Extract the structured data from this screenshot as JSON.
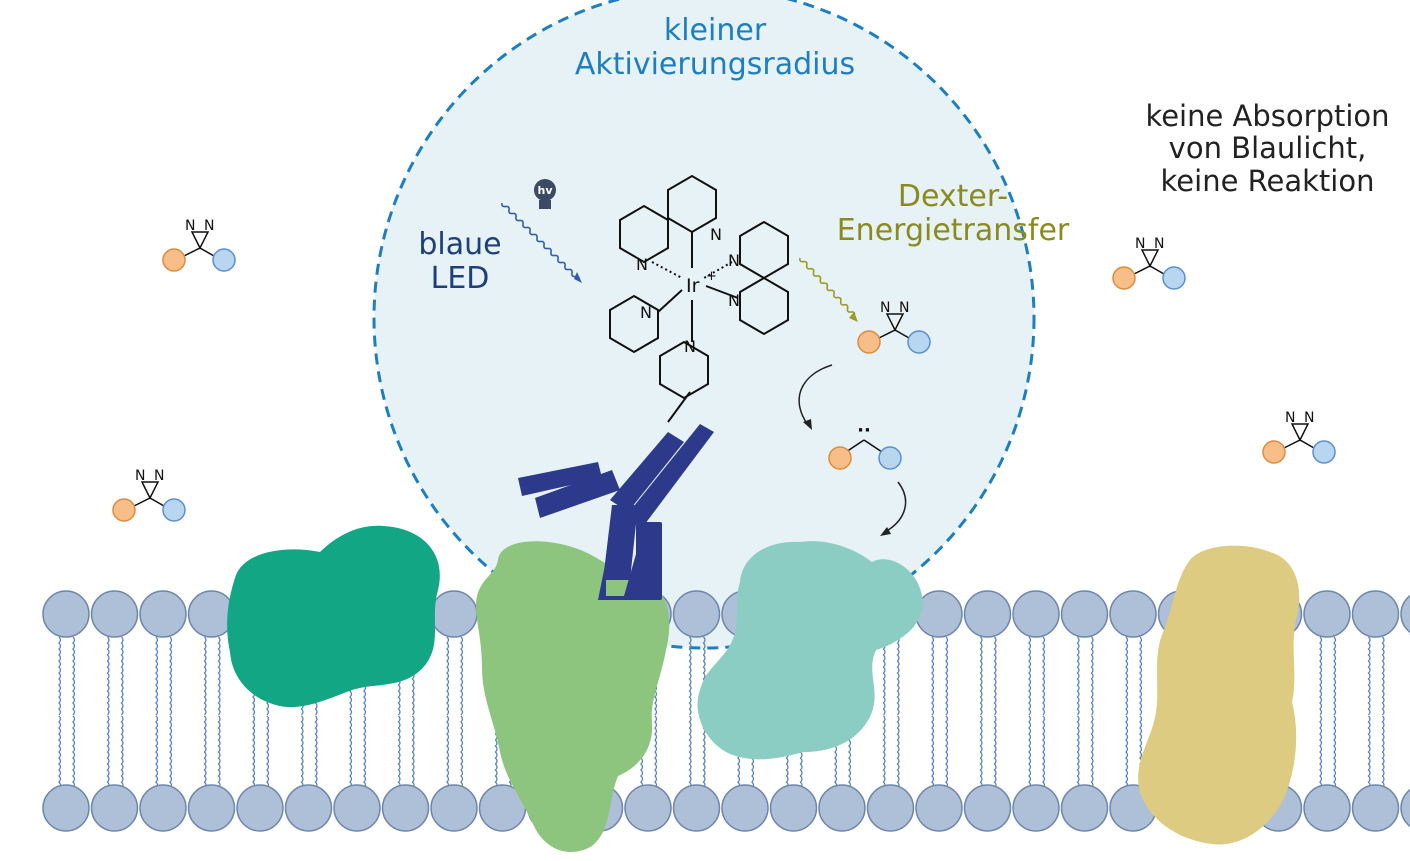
{
  "radius_label": {
    "line1": "kleiner",
    "line2": "Aktivierungsradius"
  },
  "light_label": {
    "line1": "blaue",
    "line2": "LED"
  },
  "transfer_label": {
    "line1": "Dexter-",
    "line2": "Energietransfer"
  },
  "no_reaction_label": {
    "line1": "keine Absorption",
    "line2": "von Blaulicht,",
    "line3": "keine Reaktion"
  },
  "bulb_label": "hv",
  "catalyst": {
    "metal": "Ir",
    "charge": "+",
    "ligand_atom": "N"
  },
  "diazirine_atoms": {
    "n1": "N",
    "n2": "N"
  },
  "carbene_dots": "··",
  "colors": {
    "circle_fill": "#e6f2f5",
    "circle_stroke": "#1d7fbf",
    "antibody": "#2d3a8c",
    "protein_teal": "#12a684",
    "protein_green": "#8dc57e",
    "protein_mint": "#8ccdc3",
    "protein_tan": "#dccb80",
    "lipid_head": "#aebfd8",
    "substituent_orange": "#f7be8a",
    "substituent_blue": "#b9d6f1"
  }
}
